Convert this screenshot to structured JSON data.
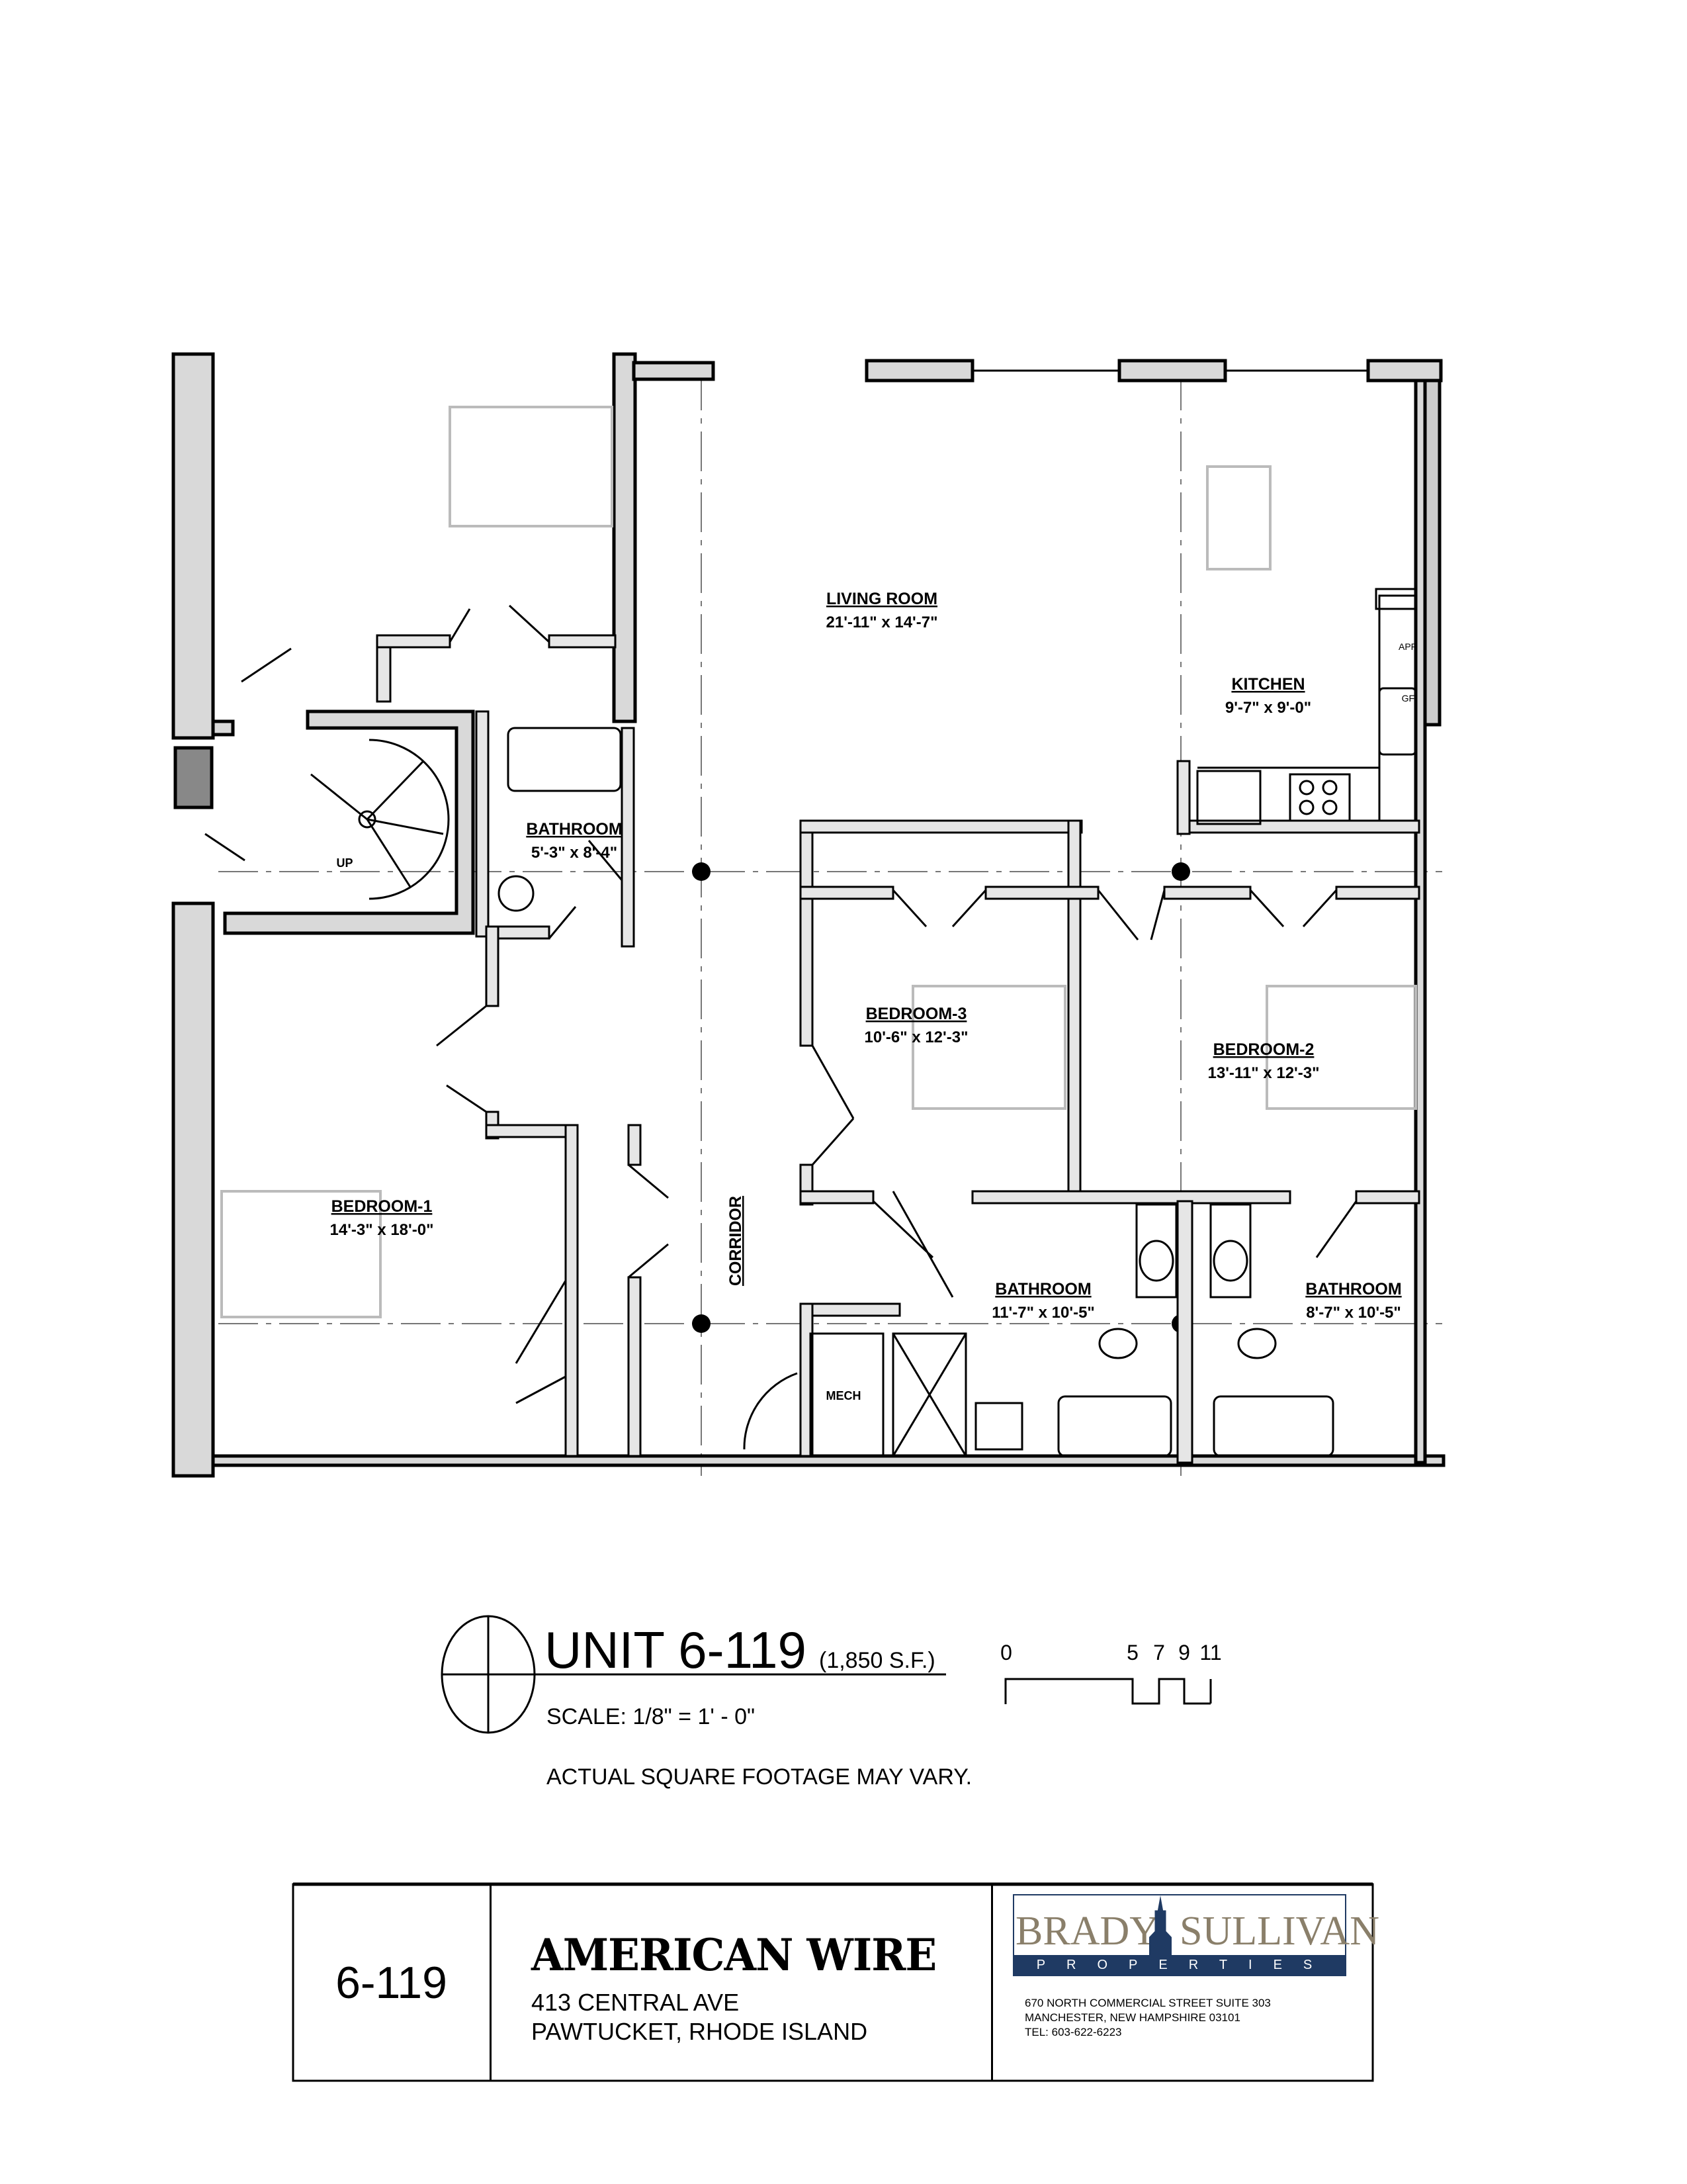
{
  "plan": {
    "rooms": [
      {
        "name": "LIVING ROOM",
        "dims": "21'-11\" x 14'-7\""
      },
      {
        "name": "KITCHEN",
        "dims": "9'-7\" x 9'-0\""
      },
      {
        "name": "BATHROOM",
        "dims": "5'-3\" x 8'-4\""
      },
      {
        "name": "BEDROOM-3",
        "dims": "10'-6\" x 12'-3\""
      },
      {
        "name": "BEDROOM-2",
        "dims": "13'-11\" x 12'-3\""
      },
      {
        "name": "BEDROOM-1",
        "dims": "14'-3\" x 18'-0\""
      },
      {
        "name": "BATHROOM",
        "dims": "11'-7\" x 10'-5\""
      },
      {
        "name": "BATHROOM",
        "dims": "8'-7\" x 10'-5\""
      }
    ],
    "corridor": "CORRIDOR",
    "mech": "MECH",
    "stair_up": "UP",
    "outlets": {
      "app": "APP",
      "gfi": "GFI"
    }
  },
  "title": {
    "unit": "UNIT 6-119",
    "area": "(1,850 S.F.)",
    "scale": "SCALE: 1/8\" = 1' - 0\"",
    "disclaimer": "ACTUAL SQUARE FOOTAGE MAY VARY.",
    "scale_bar_ticks": [
      "0",
      "5",
      "7",
      "9",
      "11"
    ]
  },
  "title_block": {
    "unit_number": "6-119",
    "property_name": "AMERICAN WIRE",
    "address_line1": "413 CENTRAL AVE",
    "address_line2": "PAWTUCKET, RHODE ISLAND",
    "logo": {
      "name": "BRADY SULLIVAN",
      "word1": "BRADY",
      "word2": "SULLIVAN",
      "tagline": "PROPERTIES"
    },
    "company_address1": "670 NORTH COMMERCIAL STREET SUITE 303",
    "company_address2": "MANCHESTER, NEW HAMPSHIRE 03101",
    "company_phone": "TEL: 603-622-6223"
  },
  "colors": {
    "logo_navy": "#1f3a63",
    "logo_taupe": "#8a7f6a",
    "wall_fill": "#d9d9d9"
  }
}
